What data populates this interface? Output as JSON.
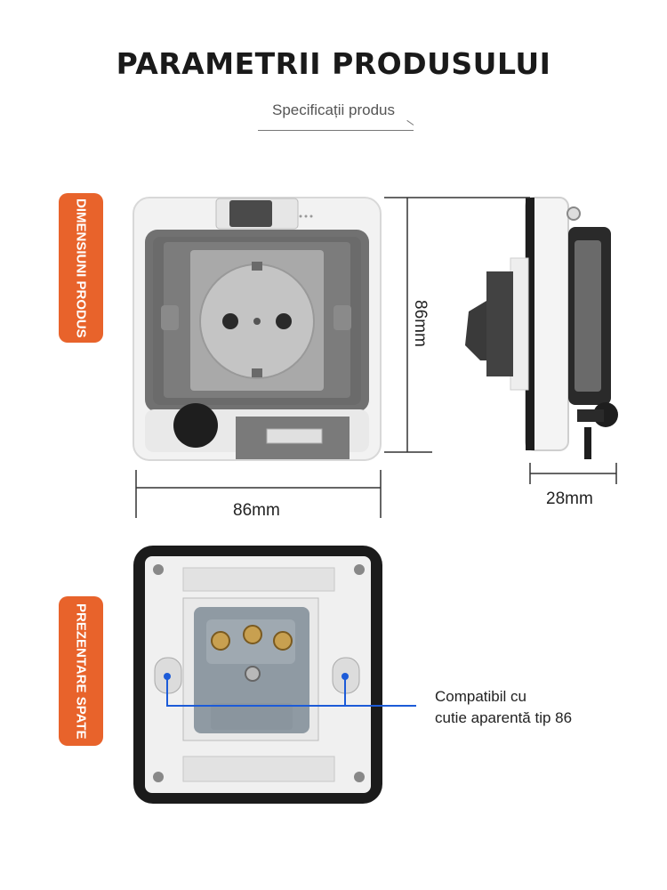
{
  "header": {
    "title": "PARAMETRII PRODUSULUI",
    "subtitle": "Specificații produs"
  },
  "tags": {
    "dimensions": "DIMENSIUNI PRODUS",
    "back": "PREZENTARE SPATE"
  },
  "dimensions": {
    "width": "86mm",
    "height": "86mm",
    "depth": "28mm"
  },
  "back_view": {
    "note_line1": "Compatibil cu",
    "note_line2": "cutie aparentă tip 86"
  },
  "colors": {
    "accent": "#e8632b",
    "callout": "#1c5bd8"
  }
}
